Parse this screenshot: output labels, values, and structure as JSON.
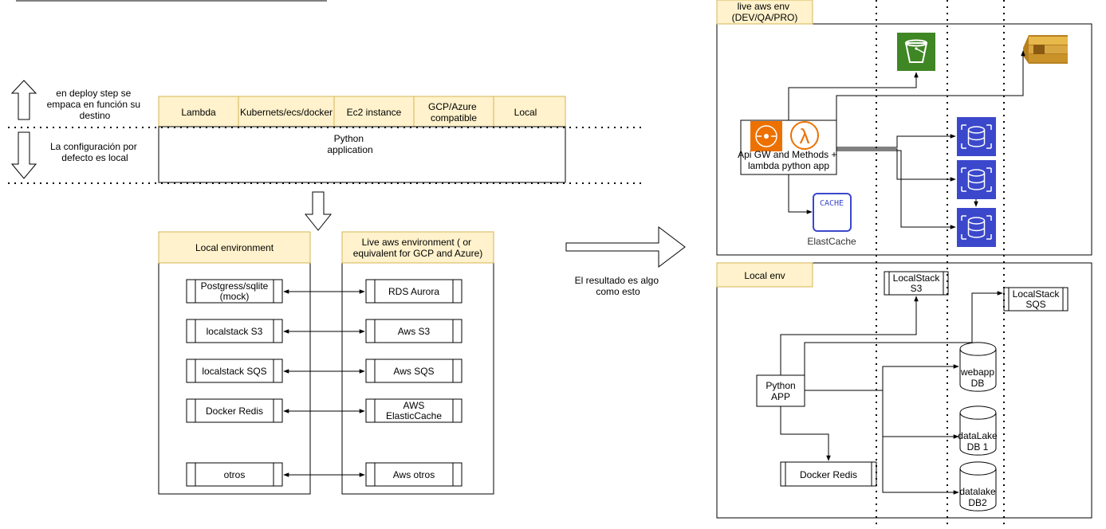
{
  "top_note_upper": [
    "en deploy step se",
    "empaca en función su",
    "destino"
  ],
  "top_note_lower": [
    "La configuración por",
    "defecto es local"
  ],
  "targets": [
    "Lambda",
    "Kubernets/ecs/docker",
    "Ec2 instance",
    [
      "GCP/Azure",
      "compatible"
    ],
    "Local"
  ],
  "python_app": [
    "Python",
    "application"
  ],
  "local_env": {
    "title": "Local environment",
    "items": [
      [
        "Postgress/sqlite",
        "(mock)"
      ],
      [
        "localstack S3"
      ],
      [
        "localstack SQS"
      ],
      [
        "Docker Redis"
      ],
      [
        "otros"
      ]
    ]
  },
  "live_env": {
    "title": [
      "Live aws environment ( or",
      "equivalent for GCP and Azure)"
    ],
    "items": [
      [
        "RDS Aurora"
      ],
      [
        "Aws S3"
      ],
      [
        "Aws SQS"
      ],
      [
        "AWS",
        "ElasticCache"
      ],
      [
        "Aws otros"
      ]
    ]
  },
  "result_note": [
    "El resultado es algo",
    "como esto"
  ],
  "aws_panel": {
    "title": [
      "live aws env",
      "(DEV/QA/PRO)"
    ],
    "app_label": [
      "Api GW and Methods +",
      "lambda python app"
    ],
    "cache_label": "ElastCache",
    "cache_badge": "CACHE",
    "lambda_glyph": "λ",
    "icons": [
      "s3-bucket-icon",
      "sqs-queue-icon",
      "api-gateway-icon",
      "lambda-icon",
      "elasticache-icon",
      "rds-database-icon"
    ],
    "colors": {
      "s3": "#3f8624",
      "lambda": "#ed7100",
      "sqs": "#d9a741",
      "rds": "#3b48cc",
      "cache": "#3b48cc"
    }
  },
  "local_panel": {
    "title": "Local env",
    "s3": [
      "LocalStack",
      "S3"
    ],
    "sqs": [
      "LocalStack",
      "SQS"
    ],
    "app": [
      "Python",
      "APP"
    ],
    "redis": "Docker Redis",
    "dbs": [
      [
        "webapp",
        "DB"
      ],
      [
        "dataLake",
        "DB 1"
      ],
      [
        "datalake",
        "DB2"
      ]
    ]
  }
}
